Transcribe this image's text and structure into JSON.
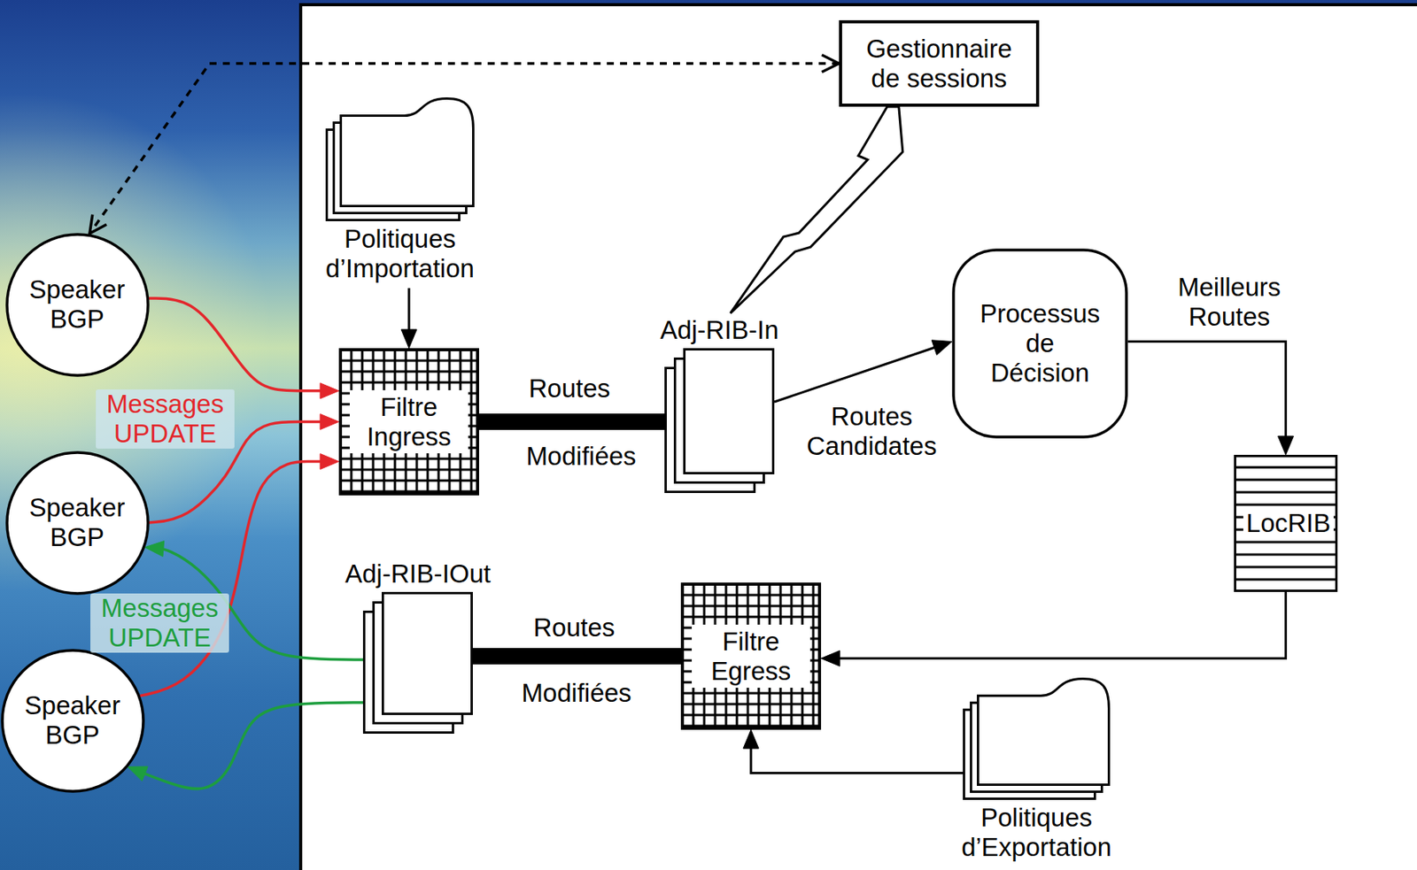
{
  "diagram": {
    "nodes": [
      {
        "text": [
          "Gestionnaire de sessions"
        ]
      },
      {
        "text": [
          "Politiques d’Importation"
        ]
      },
      {
        "text": [
          "Speaker BGP"
        ]
      },
      {
        "text": [
          "Filtre Ingress"
        ]
      },
      {
        "text": [
          "Adj-RIB-In"
        ]
      },
      {
        "text": [
          "Processus de Décision"
        ]
      },
      {
        "text": [
          "LocRIB"
        ]
      },
      {
        "text": [
          "Speaker BGP"
        ]
      },
      {
        "text": [
          "Adj-RIB-IOut"
        ]
      },
      {
        "text": [
          "Filtre Egress"
        ]
      },
      {
        "text": [
          "Speaker BGP"
        ]
      },
      {
        "text": [
          "Politiques d’Exportation"
        ]
      }
    ],
    "edges": [
      {
        "from": 0,
        "to": 2,
        "arrow": "both"
      },
      {
        "from": 0,
        "to": 4,
        "arrow": "none"
      },
      {
        "from": 1,
        "to": 3,
        "arrow": "to"
      },
      {
        "from": 2,
        "to": 3,
        "arrow": "to"
      },
      {
        "from": 7,
        "to": 3,
        "arrow": "to"
      },
      {
        "from": 10,
        "to": 3,
        "arrow": "to"
      },
      {
        "from": 3,
        "to": 4,
        "arrow": "none"
      },
      {
        "from": 4,
        "to": 5,
        "arrow": "to",
        "label": "Routes Candidates"
      },
      {
        "from": 5,
        "to": 6,
        "arrow": "to",
        "label": "Meilleurs Routes"
      },
      {
        "from": 6,
        "to": 9,
        "arrow": "to"
      },
      {
        "from": 11,
        "to": 9,
        "arrow": "to"
      },
      {
        "from": 9,
        "to": 8,
        "arrow": "none"
      },
      {
        "from": 8,
        "to": 7,
        "arrow": "to"
      },
      {
        "from": 8,
        "to": 10,
        "arrow": "to"
      }
    ],
    "labels": [
      "Messages UPDATE",
      "Routes",
      "Modifiées",
      "Messages UPDATE",
      "Routes",
      "Modifiées"
    ]
  }
}
